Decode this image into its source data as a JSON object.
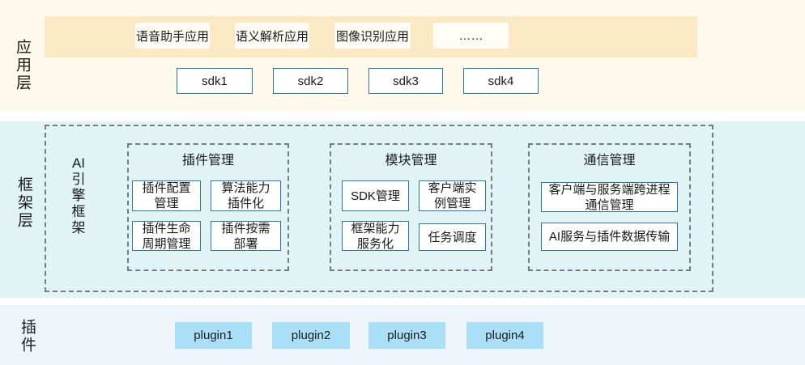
{
  "layers": {
    "app": {
      "label": "应用层",
      "apps": [
        "语音助手应用",
        "语义解析应用",
        "图像识别应用",
        "……"
      ],
      "sdks": [
        "sdk1",
        "sdk2",
        "sdk3",
        "sdk4"
      ]
    },
    "framework": {
      "label": "框架层",
      "engine_lines": [
        "AI",
        "引",
        "擎",
        "框",
        "架"
      ],
      "groups": [
        {
          "title": "插件管理",
          "items": [
            [
              "插件配置",
              "管理"
            ],
            [
              "算法能力",
              "插件化"
            ],
            [
              "插件生命",
              "周期管理"
            ],
            [
              "插件按需",
              "部署"
            ]
          ]
        },
        {
          "title": "模块管理",
          "items": [
            [
              "SDK管理"
            ],
            [
              "客户端实",
              "例管理"
            ],
            [
              "框架能力",
              "服务化"
            ],
            [
              "任务调度"
            ]
          ]
        },
        {
          "title": "通信管理",
          "items": [
            [
              "客户端与服务端跨进程",
              "通信管理"
            ],
            [
              "AI服务与插件数据传输"
            ]
          ]
        }
      ]
    },
    "plugin": {
      "label": "插件",
      "plugins": [
        "plugin1",
        "plugin2",
        "plugin3",
        "plugin4"
      ]
    }
  },
  "colors": {
    "app_section_bg": "#FDF9EB",
    "app_bar_bg": "#FBE9C4",
    "app_box_bg": "#FFFDF5",
    "framework_section_bg": "#E0F4F6",
    "plugin_section_bg": "#EDF5FB",
    "plugin_box_bg": "#A9DFF7",
    "box_border_blue": "#2E75B6",
    "dashed_border_gray": "#7A7A7A",
    "text": "#1A1A1A"
  }
}
